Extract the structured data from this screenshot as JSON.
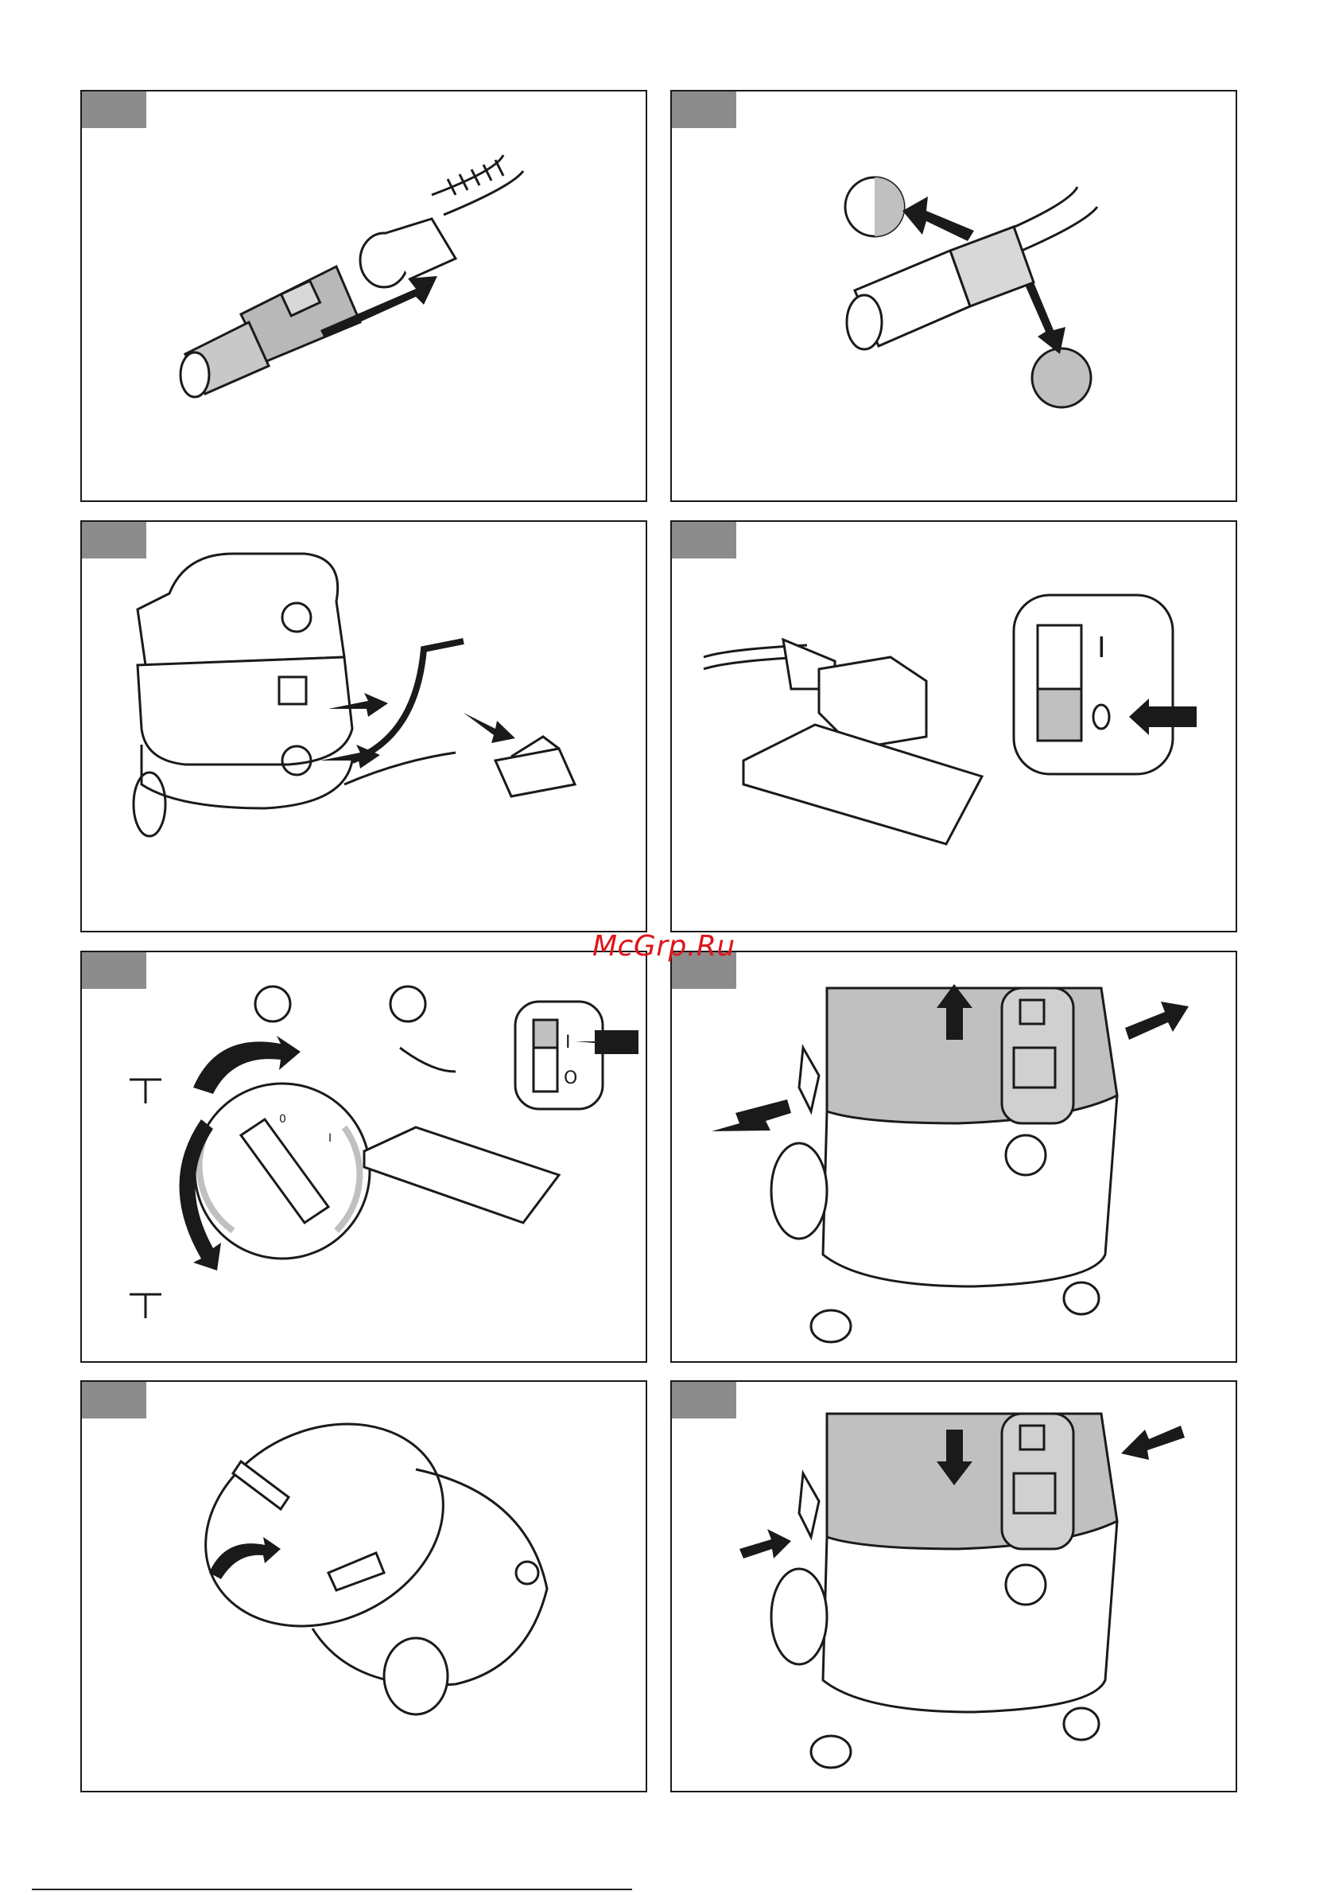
{
  "watermark": {
    "text": "McGrp.Ru",
    "color": "#e0141b"
  },
  "switch_labels": {
    "on": "I",
    "off": "O"
  },
  "knob_labels": {
    "off": "0",
    "on": "I"
  },
  "colors": {
    "tab": "#8c8c8c",
    "line": "#1a1a1a",
    "shade": "#c0c0c0"
  },
  "panels": [
    {
      "id": "attach-adapter",
      "icon": "hose-adapter-connect"
    },
    {
      "id": "remove-adapter",
      "icon": "hose-adapter-rotate"
    },
    {
      "id": "connect-tool",
      "icon": "vacuum-tool-connect"
    },
    {
      "id": "switch-off",
      "icon": "power-switch-off"
    },
    {
      "id": "suction-regulator",
      "icon": "suction-knob"
    },
    {
      "id": "remove-head",
      "icon": "vacuum-head-remove"
    },
    {
      "id": "empty-container",
      "icon": "container-tilt"
    },
    {
      "id": "attach-head",
      "icon": "vacuum-head-attach"
    }
  ]
}
